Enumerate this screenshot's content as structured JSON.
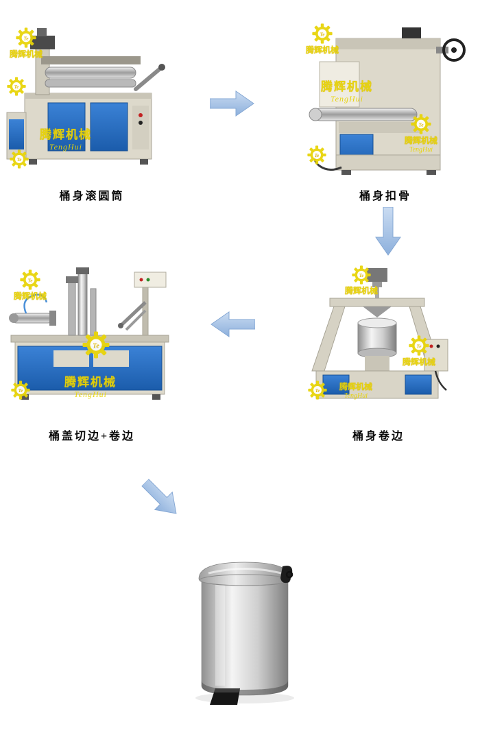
{
  "page": {
    "background": "#ffffff"
  },
  "brand": {
    "name_cn": "腾辉机械",
    "name_en": "TengHui",
    "monogram": "Te",
    "logo_icon": "gear-logo-icon",
    "color": "#e7d307"
  },
  "steps": [
    {
      "label": "桶身滚圆筒",
      "image": "body-roll-rounding-machine-photo",
      "position": "top-left"
    },
    {
      "label": "桶身扣骨",
      "image": "body-seam-locking-machine-photo",
      "position": "top-right"
    },
    {
      "label": "桶身卷边",
      "image": "body-curling-machine-photo",
      "position": "middle-right"
    },
    {
      "label": "桶盖切边+卷边",
      "image": "lid-trimming-curling-machine-photo",
      "position": "middle-left"
    }
  ],
  "flow": {
    "arrow_color": "#a9c6e8",
    "arrows": [
      {
        "direction": "right",
        "from": "桶身滚圆筒",
        "to": "桶身扣骨"
      },
      {
        "direction": "down",
        "from": "桶身扣骨",
        "to": "桶身卷边"
      },
      {
        "direction": "left",
        "from": "桶身卷边",
        "to": "桶盖切边+卷边"
      },
      {
        "direction": "down-right",
        "from": "桶盖切边+卷边",
        "to": "finished-product"
      }
    ]
  },
  "product": {
    "image": "stainless-steel-pedal-trash-bin-photo"
  }
}
